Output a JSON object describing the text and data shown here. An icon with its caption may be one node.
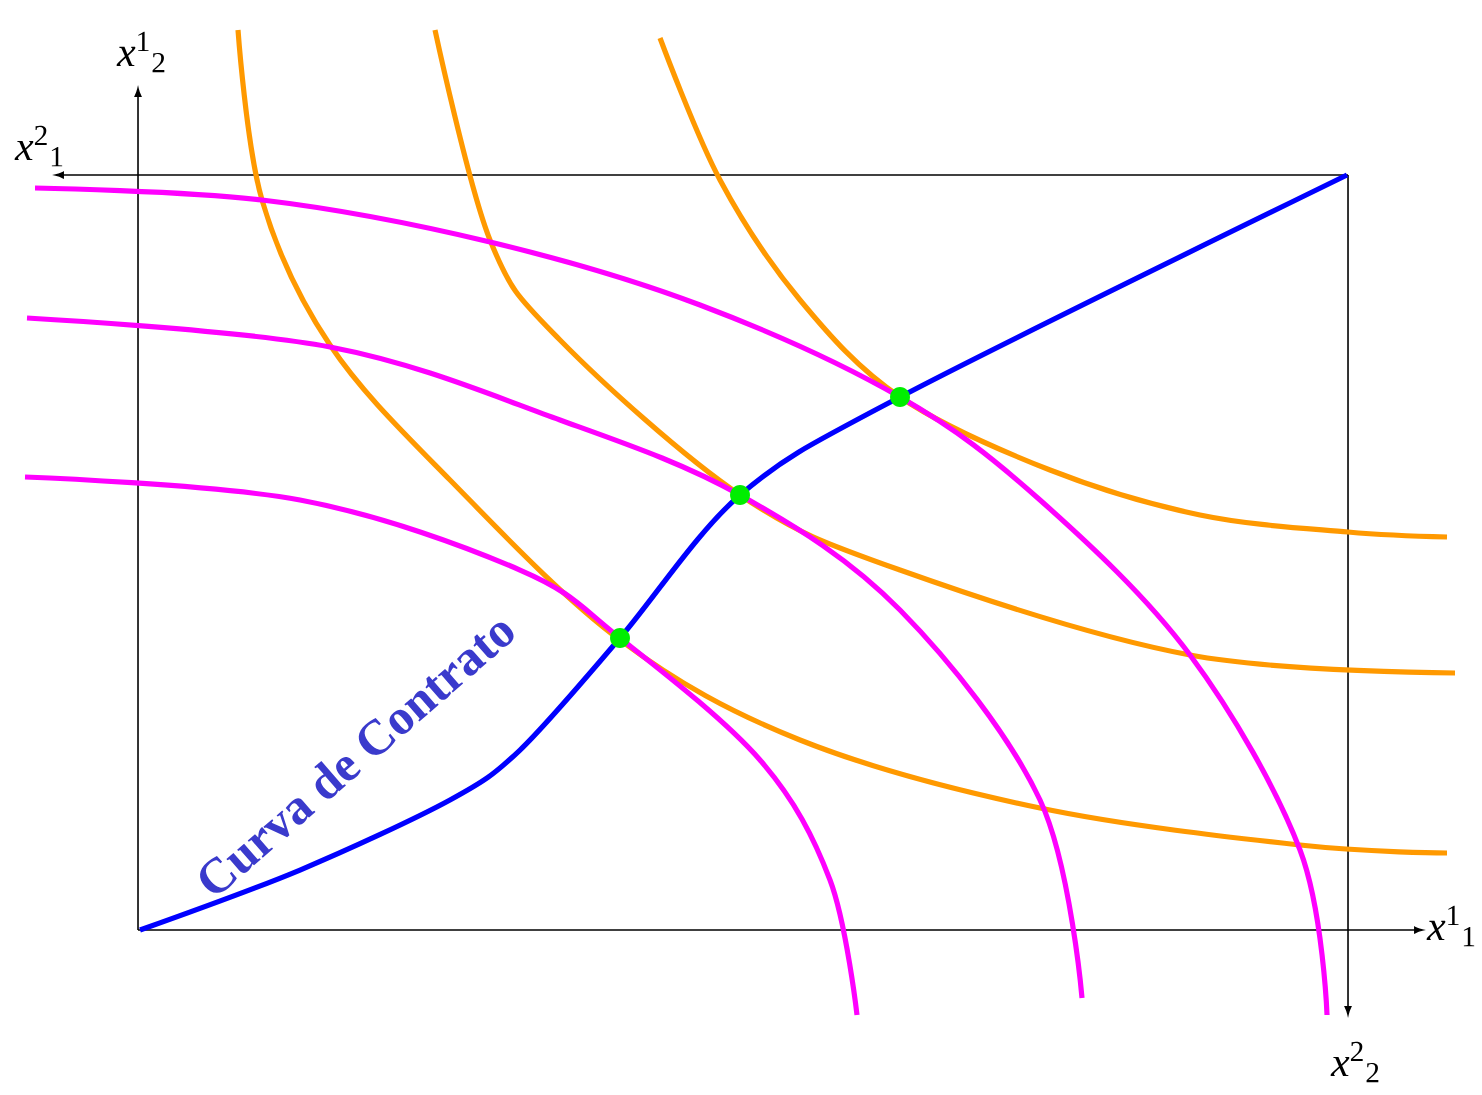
{
  "diagram": {
    "labels": [
      "*x*$^{1}$$_{2}$",
      "*x*$^{2}$$_{1}$",
      "*x*$^{1}$$_{1}$",
      "*x*$^{2}$$_{2}$",
      "Curva de Contrato"
    ]
  }
}
